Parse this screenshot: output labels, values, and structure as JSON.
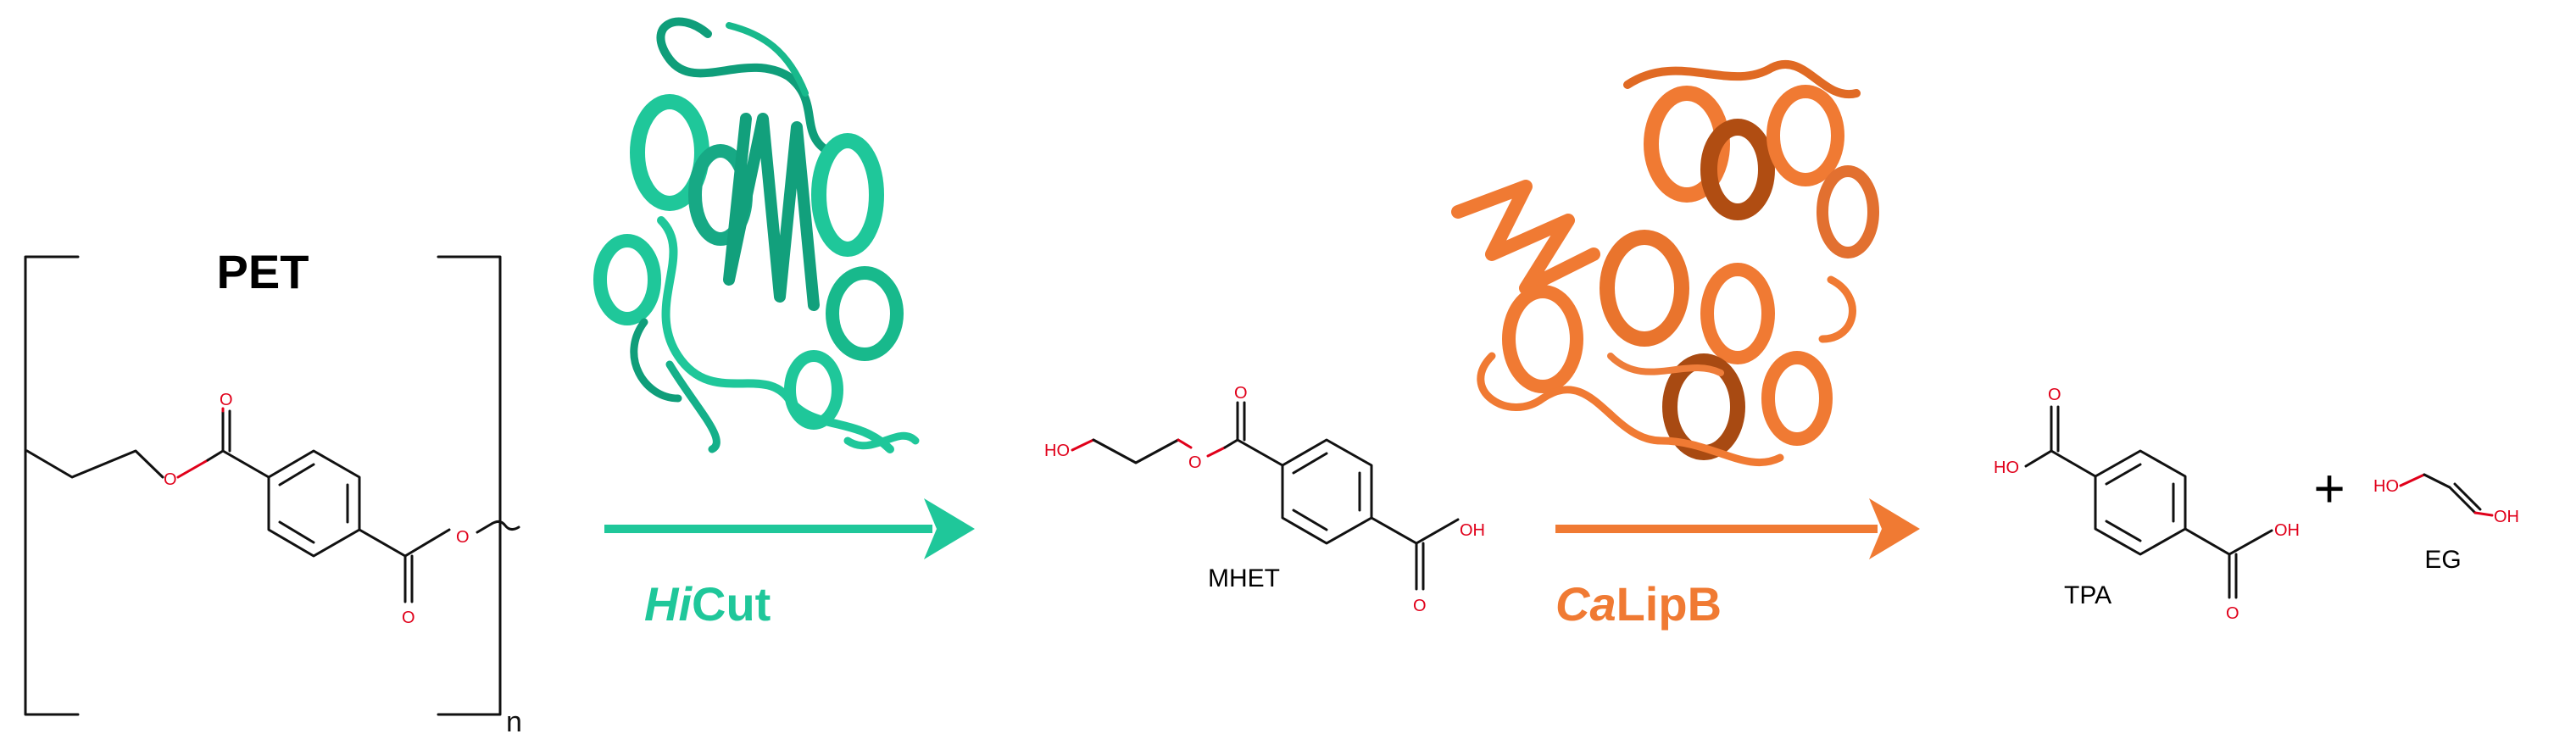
{
  "pet": {
    "title": "PET",
    "subscript": "n",
    "atoms": {
      "o_carbonyl_1": "O",
      "o_ester_1": "O",
      "o_carbonyl_2": "O",
      "o_ester_2": "O"
    }
  },
  "enzyme1": {
    "name_italic": "Hi",
    "name_rest": "Cut",
    "color": "#1fc79a",
    "arrow_color": "#1fc79a"
  },
  "enzyme2": {
    "name_italic": "Ca",
    "name_rest": "LipB",
    "color": "#f07a33",
    "arrow_color": "#f07a33"
  },
  "mhet": {
    "label": "MHET",
    "atoms": {
      "ho": "HO",
      "o_ester": "O",
      "o_carbonyl_1": "O",
      "oh": "OH",
      "o_carbonyl_2": "O"
    }
  },
  "tpa": {
    "label": "TPA",
    "atoms": {
      "ho": "HO",
      "o_top": "O",
      "oh": "OH",
      "o_bottom": "O"
    }
  },
  "plus": "+",
  "eg": {
    "label": "EG",
    "atoms": {
      "ho": "HO",
      "oh": "OH"
    }
  },
  "colors": {
    "oxygen": "#e0001a",
    "bond": "#111111",
    "green_protein": "#1fc79a",
    "orange_protein": "#f07a33"
  }
}
